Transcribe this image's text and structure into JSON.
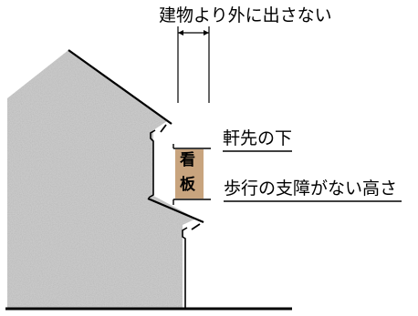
{
  "labels": {
    "building_limit": "建物より外に出さない",
    "under_eaves": "軒先の下",
    "walkway": "歩行の支障がない高さ"
  },
  "sign": {
    "line1": "看",
    "line2": "板"
  },
  "colors": {
    "building_fill": "#c9c9c9",
    "sign_fill": "#c8a47e",
    "line": "#000000"
  }
}
